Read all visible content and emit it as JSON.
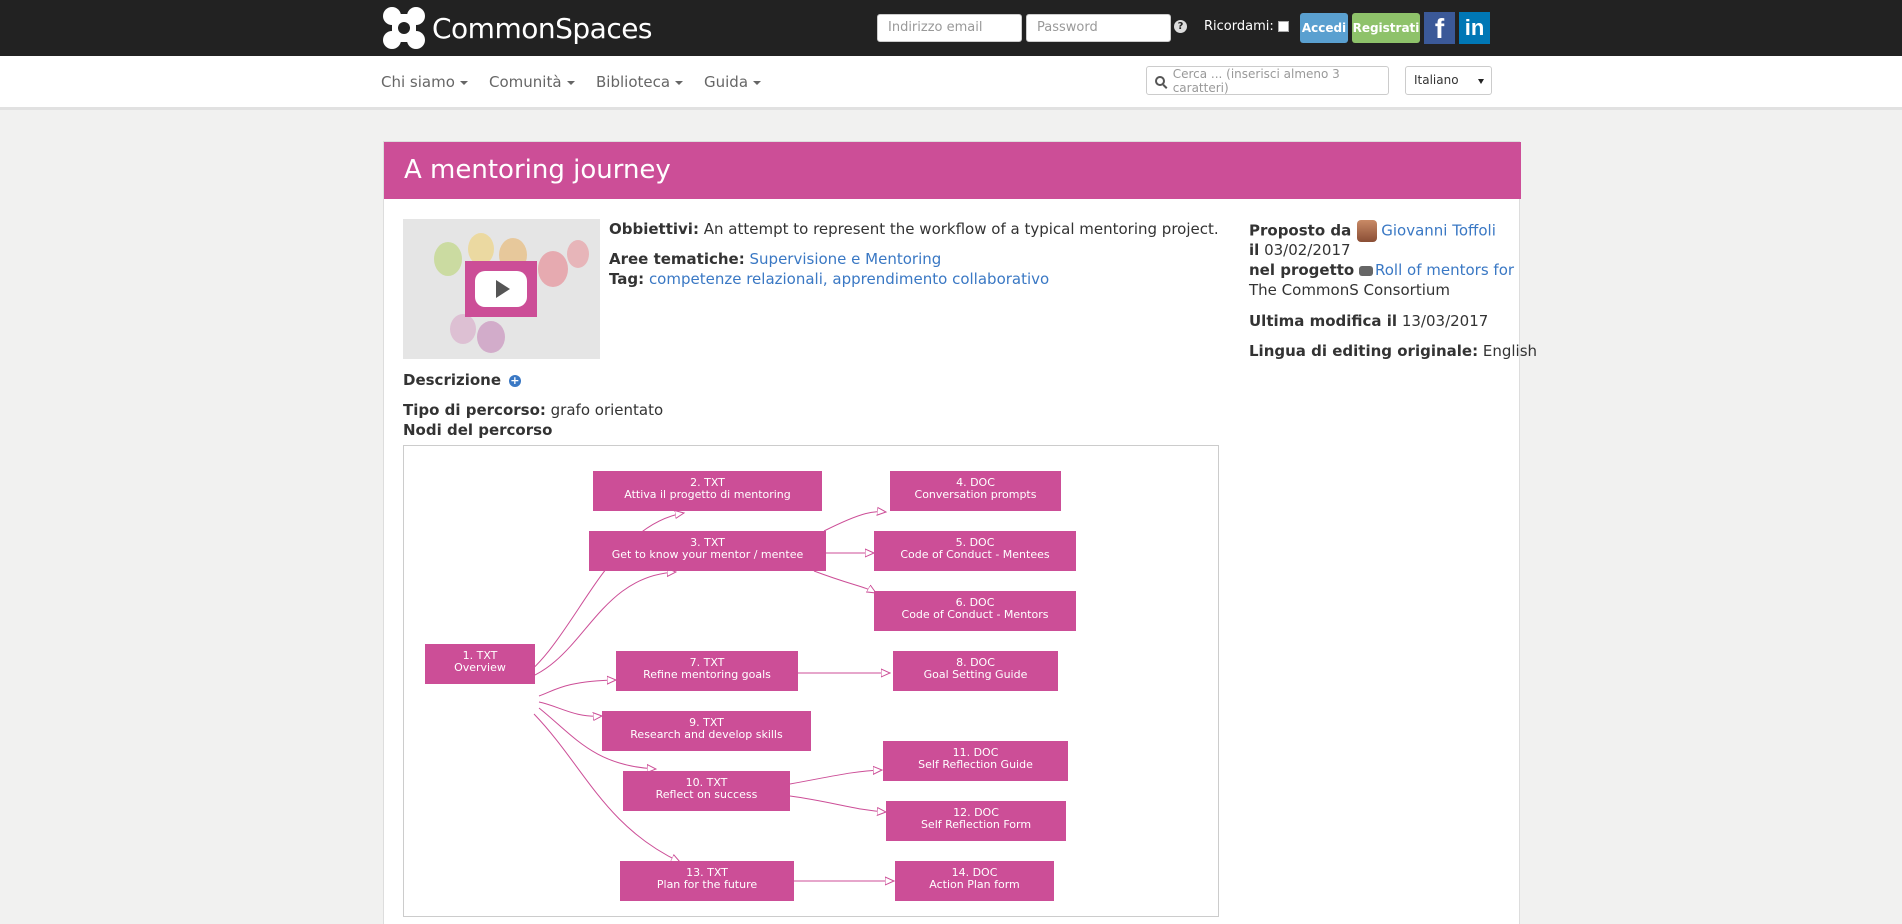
{
  "header": {
    "brand": "CommonSpaces",
    "email_placeholder": "Indirizzo email",
    "password_placeholder": "Password",
    "help": "?",
    "remember_label": "Ricordami:",
    "login_label": "Accedi",
    "register_label": "Registrati",
    "facebook": "f",
    "linkedin": "in",
    "colors": {
      "login": "#5aa0d0",
      "register": "#8ec26a",
      "facebook": "#3b5998",
      "linkedin": "#0077b5"
    }
  },
  "nav": {
    "items": [
      {
        "label": "Chi siamo"
      },
      {
        "label": "Comunità"
      },
      {
        "label": "Biblioteca"
      },
      {
        "label": "Guida"
      }
    ],
    "search_placeholder": "Cerca ... (inserisci almeno 3 caratteri)",
    "language": "Italiano"
  },
  "page": {
    "title": "A mentoring journey",
    "accent": "#cc4e97",
    "objectives_label": "Obbiettivi:",
    "objectives": "An attempt to represent the workflow of a typical mentoring project.",
    "areas_label": "Aree tematiche:",
    "areas": "Supervisione e Mentoring",
    "tags_label": "Tag:",
    "tags": "competenze relazionali, apprendimento collaborativo",
    "description_label": "Descrizione",
    "path_type_label": "Tipo di percorso:",
    "path_type": "grafo orientato",
    "nodes_label": "Nodi del percorso"
  },
  "sidebar": {
    "proposed_by_label": "Proposto da",
    "author": "Giovanni Toffoli",
    "on_label": "il",
    "created": "03/02/2017",
    "project_label": "nel progetto",
    "project_line1": "Roll of mentors for",
    "project_line2": "The CommonS Consortium",
    "modified_label": "Ultima modifica il",
    "modified": "13/03/2017",
    "language_label": "Lingua di editing originale:",
    "language": "English"
  },
  "graph": {
    "nodes": [
      {
        "head": "1.  TXT",
        "title": "Overview"
      },
      {
        "head": "2.  TXT",
        "title": "Attiva il progetto di mentoring"
      },
      {
        "head": "3.  TXT",
        "title": "Get to know your mentor / mentee"
      },
      {
        "head": "4.  DOC",
        "title": "Conversation prompts"
      },
      {
        "head": "5.  DOC",
        "title": "Code of Conduct - Mentees"
      },
      {
        "head": "6.  DOC",
        "title": "Code of Conduct - Mentors"
      },
      {
        "head": "7.  TXT",
        "title": "Refine mentoring goals"
      },
      {
        "head": "8.  DOC",
        "title": "Goal Setting Guide"
      },
      {
        "head": "9.  TXT",
        "title": "Research and develop skills"
      },
      {
        "head": "10.  TXT",
        "title": "Reflect on success"
      },
      {
        "head": "11.  DOC",
        "title": "Self Reflection Guide"
      },
      {
        "head": "12.  DOC",
        "title": "Self Reflection Form"
      },
      {
        "head": "13.  TXT",
        "title": "Plan for the future"
      },
      {
        "head": "14.  DOC",
        "title": "Action Plan form"
      }
    ]
  }
}
